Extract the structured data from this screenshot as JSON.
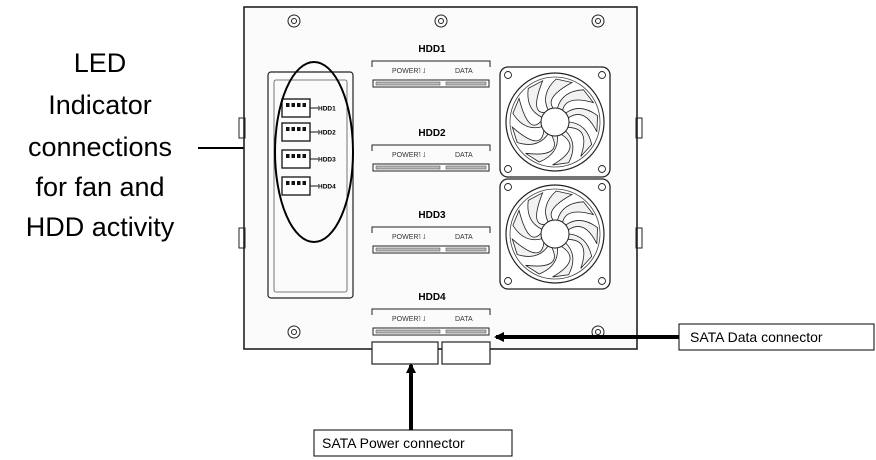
{
  "left_label": {
    "lines": [
      "LED",
      "Indicator",
      "connections",
      "for fan and",
      "HDD activity"
    ]
  },
  "hdd_slots": [
    {
      "title": "HDD1",
      "power": "POWER",
      "data": "DATA"
    },
    {
      "title": "HDD2",
      "power": "POWER",
      "data": "DATA"
    },
    {
      "title": "HDD3",
      "power": "POWER",
      "data": "DATA"
    },
    {
      "title": "HDD4",
      "power": "POWER",
      "data": "DATA"
    }
  ],
  "led_connectors": [
    "HDD1",
    "HDD2",
    "HDD3",
    "HDD4"
  ],
  "callouts": {
    "data_connector": "SATA Data connector",
    "power_connector": "SATA Power connector"
  }
}
